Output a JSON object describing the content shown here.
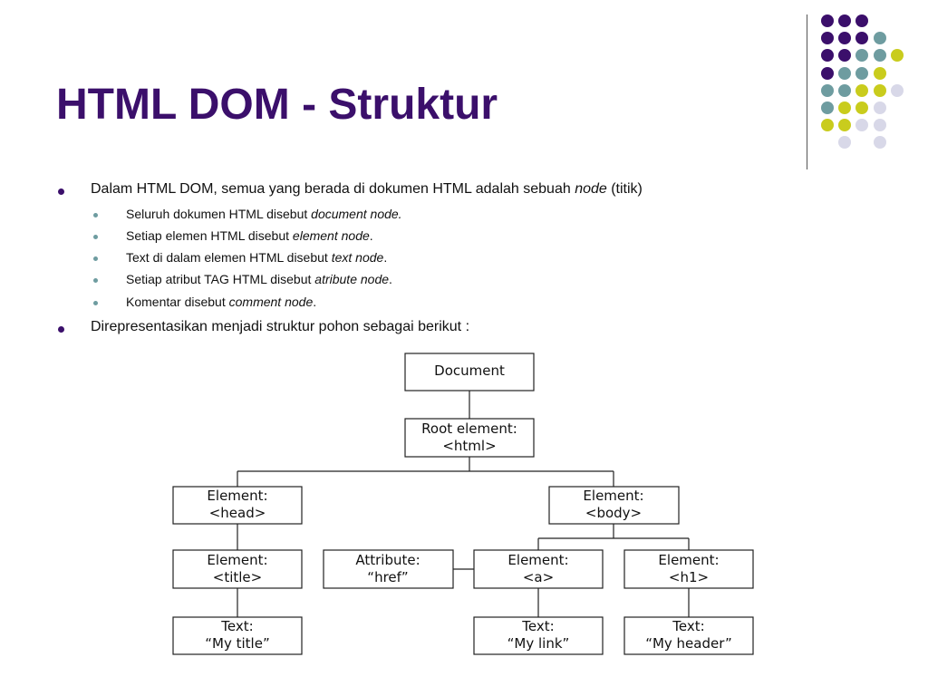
{
  "slide": {
    "title": "HTML DOM - Struktur"
  },
  "bullets": {
    "b1": {
      "text": "Dalam HTML DOM, semua yang berada di dokumen HTML adalah sebuah ",
      "em": "node",
      "suffix": " (titik)"
    },
    "sub": [
      {
        "text": "Seluruh dokumen HTML disebut ",
        "em": "document node.",
        "suffix": ""
      },
      {
        "text": "Setiap elemen HTML disebut ",
        "em": "element node",
        "suffix": "."
      },
      {
        "text": "Text di dalam elemen HTML disebut ",
        "em": "text node",
        "suffix": "."
      },
      {
        "text": "Setiap atribut TAG HTML disebut ",
        "em": "atribute node",
        "suffix": "."
      },
      {
        "text": "Komentar disebut ",
        "em": "comment node",
        "suffix": "."
      }
    ],
    "b2": {
      "text": "Direpresentasikan menjadi struktur pohon sebagai berikut :"
    }
  },
  "tree": {
    "document": [
      "Document"
    ],
    "root": [
      "Root element:",
      "<html>"
    ],
    "head": [
      "Element:",
      "<head>"
    ],
    "body": [
      "Element:",
      "<body>"
    ],
    "title_el": [
      "Element:",
      "<title>"
    ],
    "attr": [
      "Attribute:",
      "“href”"
    ],
    "a_el": [
      "Element:",
      "<a>"
    ],
    "h1_el": [
      "Element:",
      "<h1>"
    ],
    "text_title": [
      "Text:",
      "“My title”"
    ],
    "text_link": [
      "Text:",
      "“My link”"
    ],
    "text_header": [
      "Text:",
      "“My header”"
    ]
  },
  "decor": {
    "colors": {
      "purple": "#3b0f6b",
      "teal": "#6e9ca0",
      "yellow": "#c9cc1d",
      "lavender": "#d8d8e8"
    },
    "dot_grid": [
      [
        "purple",
        "purple",
        "purple",
        null,
        null
      ],
      [
        "purple",
        "purple",
        "purple",
        "teal",
        null
      ],
      [
        "purple",
        "purple",
        "teal",
        "teal",
        "yellow"
      ],
      [
        "purple",
        "teal",
        "teal",
        "yellow",
        null
      ],
      [
        "teal",
        "teal",
        "yellow",
        "yellow",
        "lavender"
      ],
      [
        "teal",
        "yellow",
        "yellow",
        "lavender",
        null
      ],
      [
        "yellow",
        "yellow",
        "lavender",
        "lavender",
        null
      ],
      [
        null,
        "lavender",
        null,
        "lavender",
        null
      ]
    ]
  }
}
